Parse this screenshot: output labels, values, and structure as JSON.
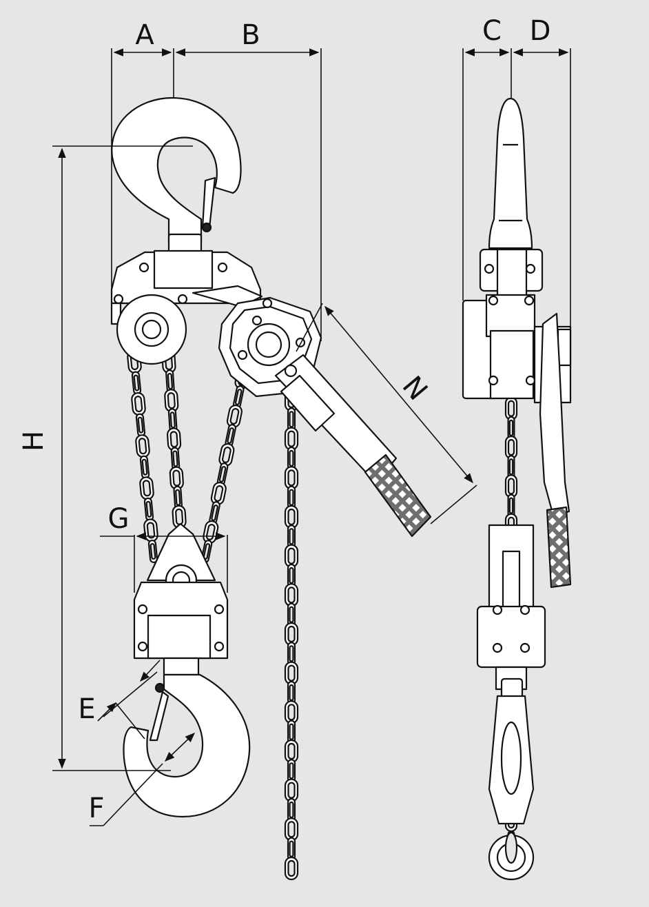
{
  "colors": {
    "background": "#e6e6e6",
    "line": "#111111",
    "fill": "#ffffff",
    "grip": "#6f6f6f"
  },
  "icons": {
    "front_view": "lever-hoist-front-view-drawing",
    "side_view": "lever-hoist-side-view-drawing"
  },
  "dimension_labels": {
    "a": "A",
    "b": "B",
    "c": "C",
    "d": "D",
    "e": "E",
    "f": "F",
    "g": "G",
    "h": "H",
    "n": "N"
  }
}
